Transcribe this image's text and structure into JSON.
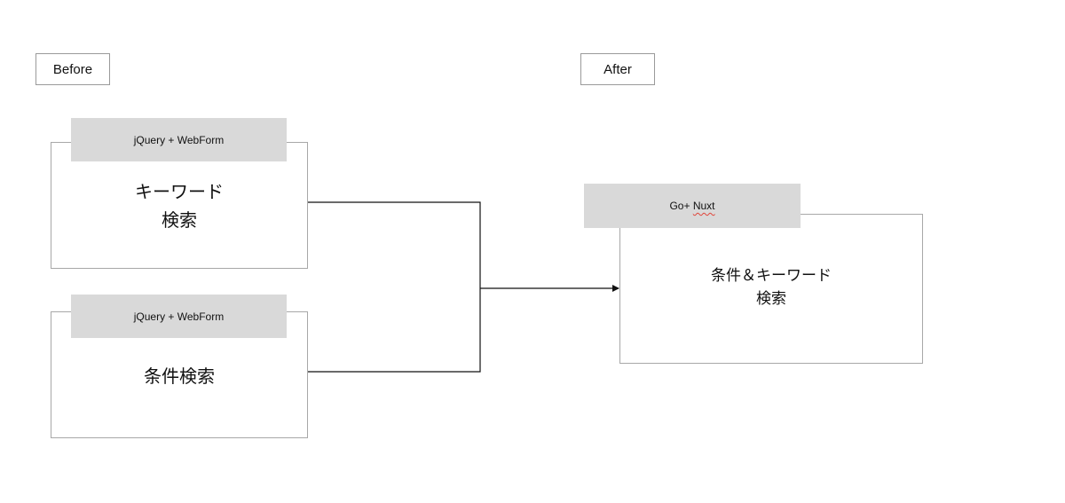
{
  "before_label": "Before",
  "after_label": "After",
  "before_panels": [
    {
      "tab": "jQuery + WebForm",
      "lines": [
        "キーワード",
        "検索"
      ]
    },
    {
      "tab": "jQuery + WebForm",
      "lines": [
        "条件検索"
      ]
    }
  ],
  "after_panel": {
    "tab_parts": [
      "Go+ ",
      "Nuxt"
    ],
    "lines": [
      "条件＆キーワード",
      "検索"
    ]
  }
}
